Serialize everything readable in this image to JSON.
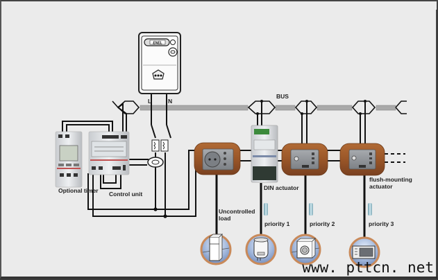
{
  "title": "Load management system wiring diagram",
  "labels": {
    "meter_brand": "ENEL",
    "line": "L",
    "neutral": "N",
    "bus": "BUS",
    "optional_timer": "Optional timer",
    "control_unit": "Control unit",
    "din_actuator": "DIN actuator",
    "flush_mounting_actuator_1": "flush-mounting",
    "flush_mounting_actuator_2": "actuator",
    "uncontrolled_load_1": "Uncontrolled",
    "uncontrolled_load_2": "load",
    "priority_1": "priority  1",
    "priority_2": "priority  2",
    "priority_3": "priority  3"
  },
  "loads": [
    {
      "name": "refrigerator",
      "priority": "uncontrolled"
    },
    {
      "name": "water-heater",
      "priority": "1"
    },
    {
      "name": "washing-machine",
      "priority": "2"
    },
    {
      "name": "microwave-oven",
      "priority": "3"
    }
  ],
  "watermark": "www. pttcn. net",
  "colors": {
    "background": "#ebebeb",
    "wire": "#111111",
    "bus_cable": "#a9a9a9",
    "wood_plate": "#9a5a2c",
    "load_circle": "#c98a5a",
    "load_fill": "#9db3d6"
  }
}
